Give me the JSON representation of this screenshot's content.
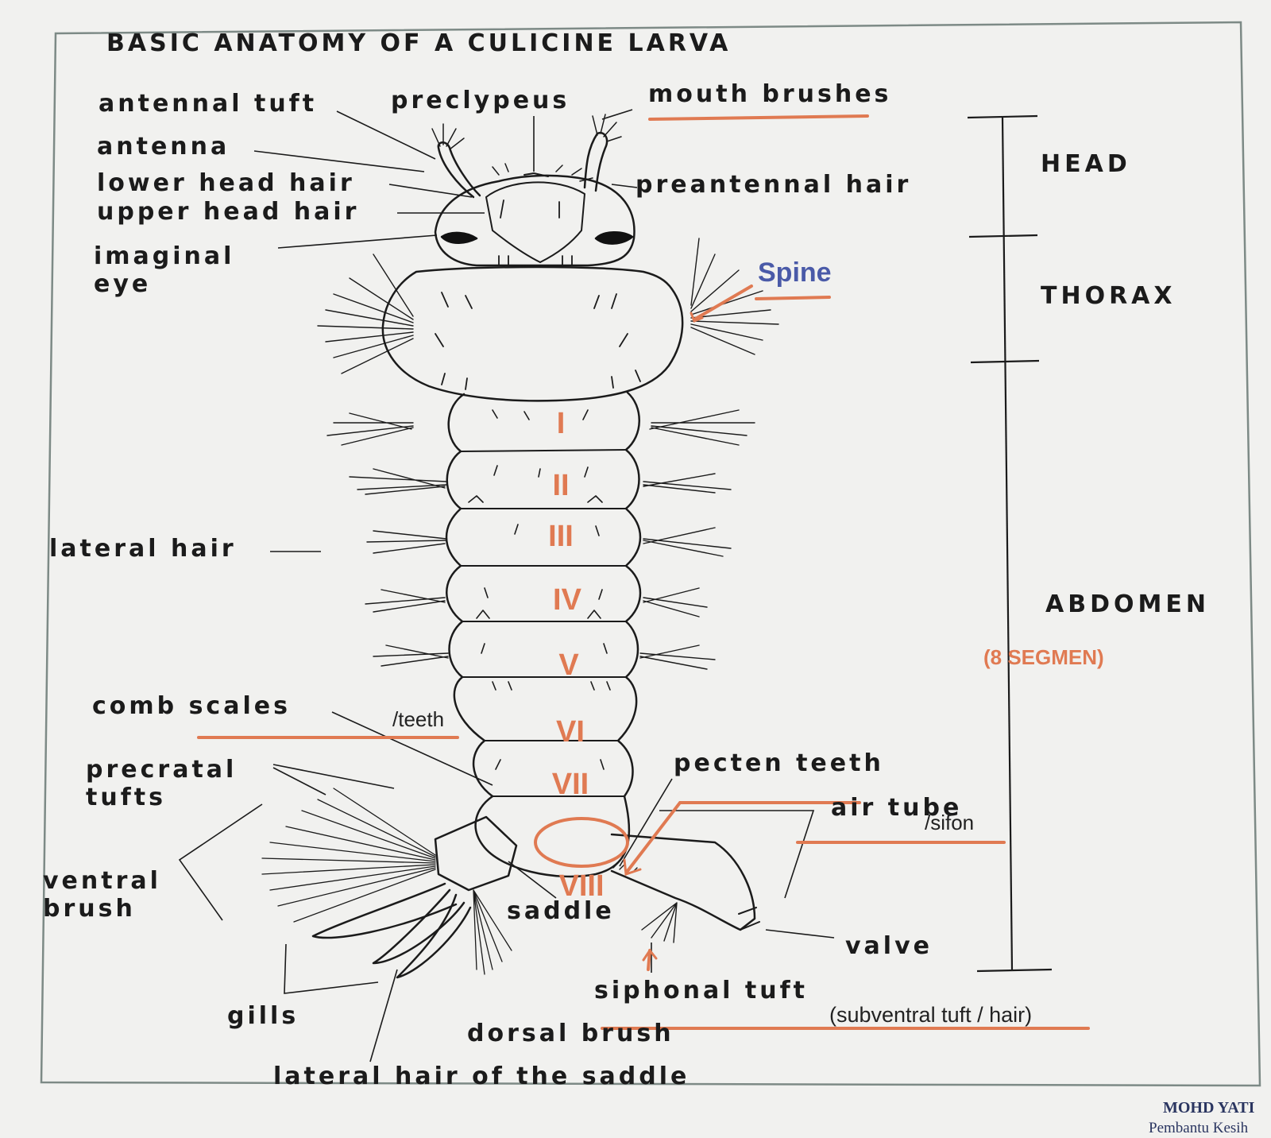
{
  "title": "BASIC ANATOMY OF A CULICINE LARVA",
  "labels": {
    "antennal_tuft": "antennal tuft",
    "preclypeus": "preclypeus",
    "mouth_brushes": "mouth brushes",
    "antenna": "antenna",
    "lower_head_hair": "lower head hair",
    "preantennal_hair": "preantennal hair",
    "upper_head_hair": "upper head hair",
    "imaginal": "imaginal",
    "eye": "eye",
    "lateral_hair": "lateral hair",
    "comb_scales": "comb scales",
    "precratal": "precratal",
    "tufts": "tufts",
    "ventral": "ventral",
    "brush": "brush",
    "pecten_teeth": "pecten teeth",
    "air_tube": "air tube",
    "saddle": "saddle",
    "valve": "valve",
    "siphonal_tuft": "siphonal tuft",
    "gills": "gills",
    "dorsal_brush": "dorsal brush",
    "lateral_hair_saddle": "lateral hair of the saddle"
  },
  "regions": {
    "head": "HEAD",
    "thorax": "THORAX",
    "abdomen": "ABDOMEN"
  },
  "segments": [
    "I",
    "II",
    "III",
    "IV",
    "V",
    "VI",
    "VII",
    "VIII"
  ],
  "annotations": {
    "spine": "Spine",
    "segments_note": "(8 SEGMEN)",
    "teeth": "/teeth",
    "sifon": "/sifon",
    "subventral": "(subventral tuft / hair)"
  },
  "credit": {
    "name": "MOHD YATI",
    "role": "Pembantu Kesih"
  },
  "colors": {
    "annotation": "#e07a52",
    "spine": "#4a5aa8",
    "ink": "#1b1b1b",
    "frame": "#7d8a86"
  }
}
